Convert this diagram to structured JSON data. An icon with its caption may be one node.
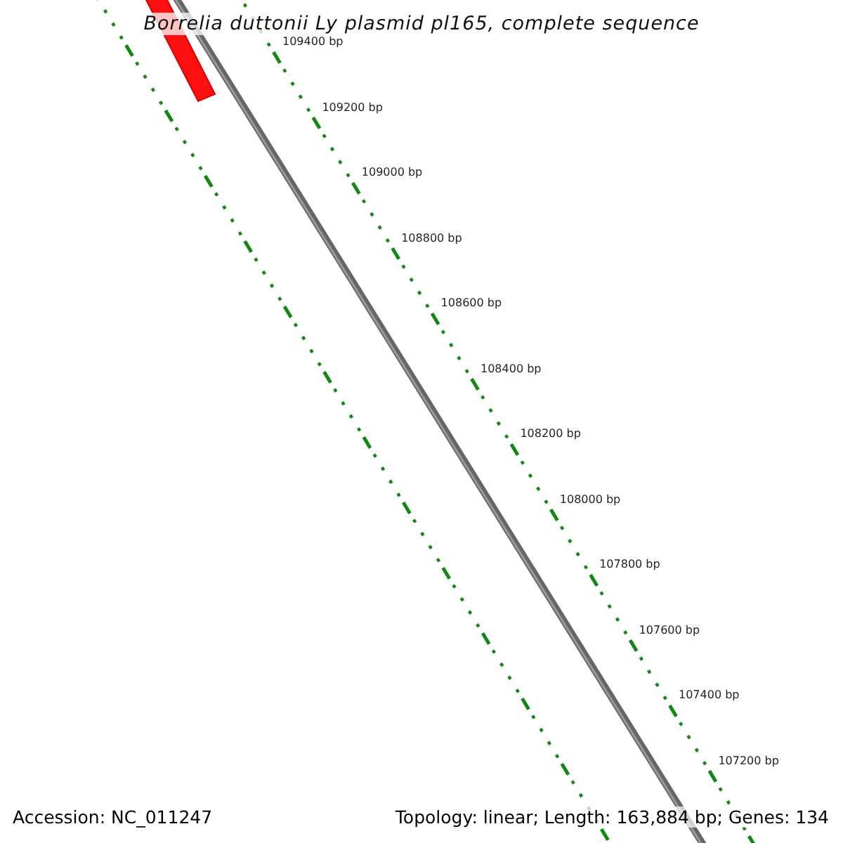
{
  "diagram": {
    "title": "Borrelia duttonii Ly plasmid pl165, complete sequence",
    "nodes": [
      {
        "text": [],
        "shape": "bar"
      }
    ],
    "labels": [
      "109400 bp",
      "109200 bp",
      "109000 bp",
      "108800 bp",
      "108600 bp",
      "108400 bp",
      "108200 bp",
      "108000 bp",
      "107800 bp",
      "107600 bp",
      "107400 bp",
      "107200 bp",
      "Accession: NC_011247",
      "Topology: linear; Length: 163,884 bp; Genes: 134"
    ]
  }
}
